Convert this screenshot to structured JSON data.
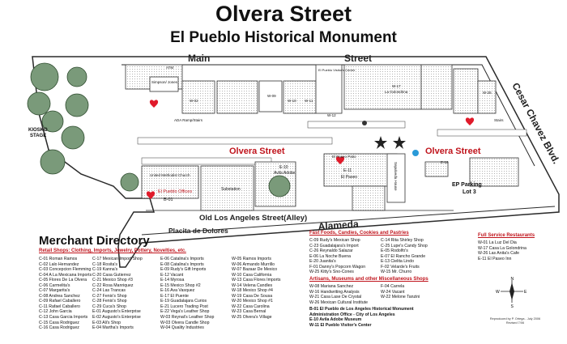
{
  "header": {
    "title": "Olvera Street",
    "subtitle": "El Pueblo Historical Monument"
  },
  "streets": {
    "main": "Main",
    "street": "Street",
    "olvera_left": "Olvera Street",
    "olvera_right": "Olvera Street",
    "cesar_chavez": "Cesar Chavez Blvd.",
    "old_la": "Old Los Angeles Street(Alley)",
    "alameda": "Alameda",
    "placita": "Placita de Dolores"
  },
  "map_labels": {
    "kiosko": "KIOSKO",
    "stage": "STAGE",
    "atm": "ATM",
    "simpson_jones": "Simpson/ Jones",
    "visitor_center": "El Pueblo Visitor's Center",
    "la_golondrina": "La Golondrina",
    "ada_ramp": "ADA Ramp/Stairs",
    "stairs": "Stairs",
    "united_methodist": "United Methodist Church",
    "el_pueblo_offices": "El Pueblo Offices",
    "b01": "B-01",
    "substation": "Substation",
    "avila_adobe": "Avila Adobe",
    "e10": "E-10",
    "e11": "E-11",
    "el_paseo": "El Paseo",
    "el_paseo_patio": "El Paseo Patio",
    "sepulveda": "Sepulveda House",
    "ep_parking": "EP Parking",
    "lot3": "Lot 3",
    "e16": "E-16",
    "w02": "W-02",
    "w09": "W-09",
    "w10": "W-10",
    "w11": "W-11",
    "w12": "W-12",
    "w17": "W-17",
    "w26": "W-26"
  },
  "directory": {
    "title": "Merchant Directory",
    "retail_heading": "Retail Shops: Clothing, Imports, Jewelry, Pottery, Novelties, etc.",
    "retail_columns": [
      [
        "C-01 Roman Ramos",
        "C-02 Lalo Hernandez",
        "C-03 Concepcion Flemming",
        "C-04 A La Mexicana Imports",
        "C-05 Flores De La Olvera",
        "C-06 Carmelita's",
        "C-07 Margarita's",
        "C-08 Andrea Sanchez",
        "C-09 Rafael Caballero",
        "C-11 Rafael Caballero",
        "C-12 John Garcia",
        "C-13 Casa Garcia Imports",
        "C-15 Casa Rodriguez",
        "C-16 Casa Rodriguez"
      ],
      [
        "C-17 Mexican Import Shop",
        "C-18 Rosita's",
        "C-19 Kanna's",
        "C-20 Casa Gutierrez",
        "C-21 Mexico Shop #3",
        "C-22 Rosa Manriquez",
        "C-24 Las Trancas",
        "C-27 Fenix's Shop",
        "C-28 Fenix's Shop",
        "C-29 Cuca's Shop",
        "E-01 Augusto's Enterprise",
        "E-02 Augusto's Enterprise",
        "E-03 Ali's Shop",
        "E-04 Martha's Imports"
      ],
      [
        "E-06 Catalina's Imports",
        "E-08 Catalina's Imports",
        "E-09 Rudy's Gift Imports",
        "E-12 Vacant",
        "E-14 Myrosa",
        "E-15 Mexico Shop #2",
        "E-16 Ava Vasquez",
        "E-17 El Puente",
        "E-19 Guadalajara Curios",
        "E-21 Lucero Trading Post",
        "E-22 Vega's Leather Shop",
        "W-03 Reynat's Leather Shop",
        "W-03 Olvera Candle Shop",
        "W-04 Quality Industries"
      ],
      [
        "W-05 Ramos Imports",
        "W-06 Armando Murrillo",
        "W-07 Bazaar De Mexico",
        "W-10 Casa California",
        "W-13 Casa Flores Imports",
        "W-14 Velena Candles",
        "W-18 Mexico Shop #4",
        "W-19 Casa De Sousa",
        "W-20 Mexico Shop #1",
        "W-22 Casa Carolina",
        "W-23 Casa Bernal",
        "W-25 Olvera's Village"
      ]
    ],
    "food_heading": "Fast Foods, Candies, Cookies and Pastries",
    "food_columns": [
      [
        "C-09 Rudy's Mexican Shop",
        "C-23 Guadalajara's Import",
        "C-26 Reynaldo Salazar",
        "E-06 La Noche Buena",
        "E-20 Juanita's",
        "F-01 Danny's Popcorn Wagon",
        "W-25 Kitty's Sno-Cones"
      ],
      [
        "C-14 Rita Shirley Shop",
        "C-25 Lupe's Candy Shop",
        "E-05 Rodolfo's",
        "E-07 El Rancho Grande",
        "E-13 Cielita Lindo",
        "F-02 Velarde's Fruits",
        "W-15 Mr. Churro"
      ]
    ],
    "artisan_heading": "Artisans, Museums and other Miscellaneous Shops",
    "artisan_columns": [
      [
        "W-08 Mariana Sanchez",
        "W-16 Handwriting Analysis",
        "W-21 Casa Lase De Crystal",
        "W-26 Mexican Cultural Institute"
      ],
      [
        "F-04 Carrela",
        "W-24 Vacant",
        "W-22 Melone Tanzini"
      ]
    ],
    "special_rows": [
      "B-01 El Pueblo de Los Angeles Historical Monument",
      "Administration Office - City of Los Angeles",
      "E-10 Avila Adobe Museum",
      "W-11 El Pueblo Visitor's Center"
    ],
    "restaurant_heading": "Full Service Restaurants",
    "restaurant_rows": [
      "W-01 La Luz Del Dia",
      "W-17 Casa La Golondrina",
      "W-26 Las Anita's Cafe",
      "E-11 El Paseo Inn"
    ]
  },
  "compass": {
    "n": "N",
    "s": "S",
    "e": "E",
    "w": "W"
  },
  "credit": {
    "line1": "Reproduced by P. Ortega - July 2006",
    "line2": "Revised 7/06"
  },
  "colors": {
    "accent_red": "#c0141c",
    "street_outline": "#2a2a2a",
    "building_fill": "#ffffff",
    "tree": "#6f8f6f",
    "pin_red": "#e01a2a",
    "water": "#2a9ad8"
  }
}
